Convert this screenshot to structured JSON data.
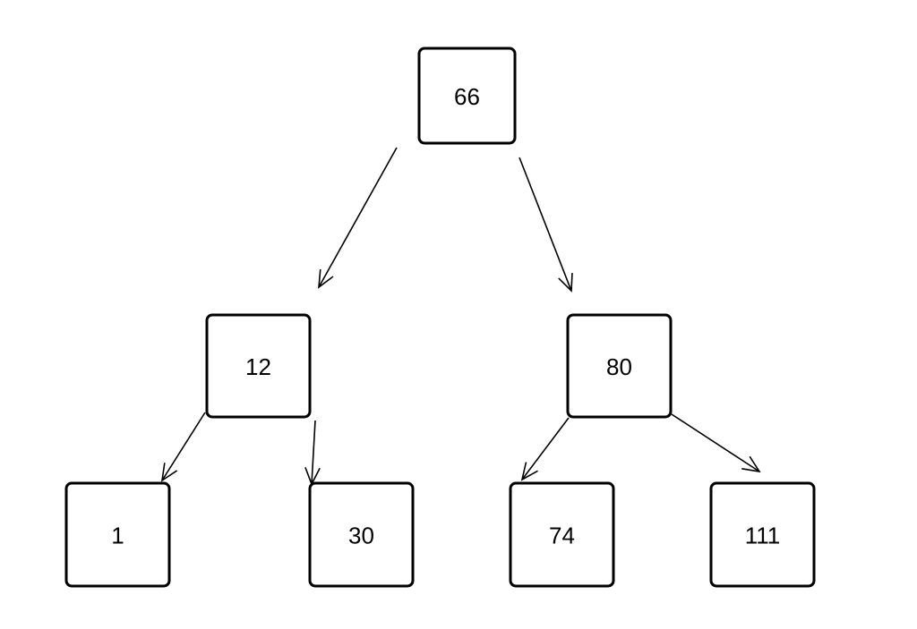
{
  "tree": {
    "nodes": [
      {
        "id": "n66",
        "label": "66"
      },
      {
        "id": "n12",
        "label": "12"
      },
      {
        "id": "n80",
        "label": "80"
      },
      {
        "id": "n1",
        "label": "1"
      },
      {
        "id": "n30",
        "label": "30"
      },
      {
        "id": "n74",
        "label": "74"
      },
      {
        "id": "n111",
        "label": "111"
      }
    ],
    "edges": [
      {
        "from": "n66",
        "to": "n12"
      },
      {
        "from": "n66",
        "to": "n80"
      },
      {
        "from": "n12",
        "to": "n1"
      },
      {
        "from": "n12",
        "to": "n30"
      },
      {
        "from": "n80",
        "to": "n74"
      },
      {
        "from": "n80",
        "to": "n111"
      }
    ]
  }
}
